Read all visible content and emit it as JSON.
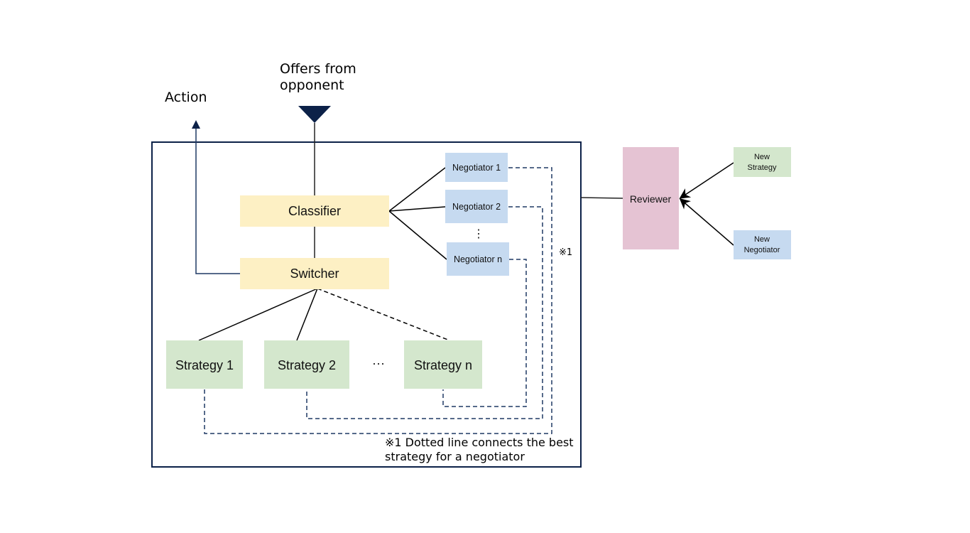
{
  "colors": {
    "navy": "#0c2148",
    "classifier_fill": "#fdf0c4",
    "negotiator_fill": "#c6daf0",
    "strategy_fill": "#d4e7cd",
    "reviewer_fill": "#e5c3d3",
    "dashed": "#1f3864"
  },
  "labels": {
    "action": "Action",
    "offers_line1": "Offers from",
    "offers_line2": "opponent",
    "classifier": "Classifier",
    "switcher": "Switcher",
    "negotiators": [
      "Negotiator 1",
      "Negotiator 2",
      "Negotiator n"
    ],
    "negotiator_ellipsis": "⋮",
    "strategies": [
      "Strategy 1",
      "Strategy 2",
      "Strategy n"
    ],
    "strategy_ellipsis": "···",
    "note_marker": "※1",
    "note_line1": "※1 Dotted line connects the best",
    "note_line2": "strategy for a negotiator",
    "reviewer": "Reviewer",
    "new_strategy_line1": "New",
    "new_strategy_line2": "Strategy",
    "new_negotiator_line1": "New",
    "new_negotiator_line2": "Negotiator"
  }
}
